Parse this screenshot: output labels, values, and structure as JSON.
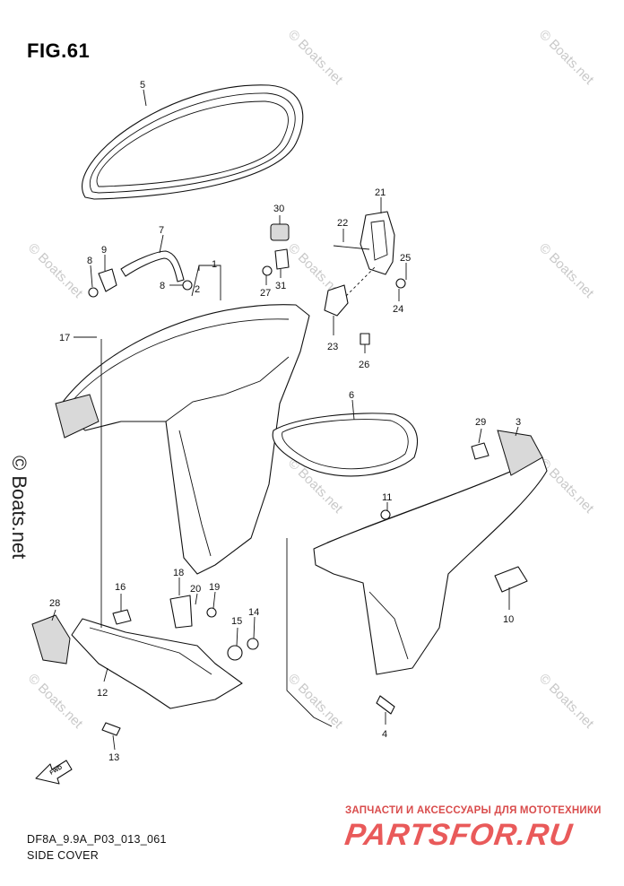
{
  "figure": {
    "title": "FIG.61",
    "code": "DF8A_9.9A_P03_013_061",
    "name": "SIDE COVER",
    "fwd_label": "FWD"
  },
  "watermarks": {
    "text": "© Boats.net",
    "vertical_text": "© Boats.net"
  },
  "branding": {
    "subtitle": "ЗАПЧАСТИ И АКСЕССУАРЫ ДЛЯ МОТОТЕХНИКИ",
    "name": "PARTSFOR.RU"
  },
  "callouts": [
    "1",
    "2",
    "3",
    "4",
    "5",
    "6",
    "7",
    "8",
    "8",
    "9",
    "10",
    "11",
    "12",
    "13",
    "14",
    "15",
    "16",
    "17",
    "18",
    "19",
    "20",
    "21",
    "22",
    "23",
    "24",
    "25",
    "26",
    "27",
    "28",
    "29",
    "30",
    "31"
  ]
}
